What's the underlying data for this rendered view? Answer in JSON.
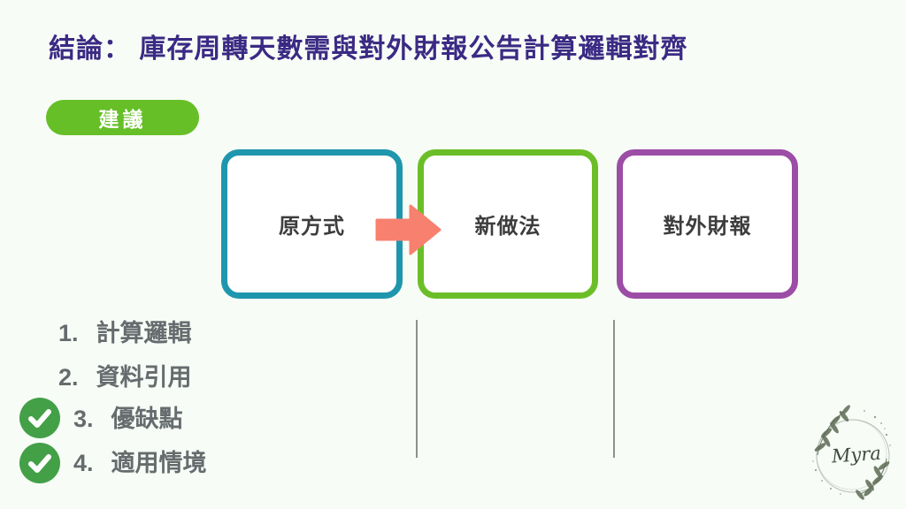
{
  "slide": {
    "title": "結論： 庫存周轉天數需與對外財報公告計算邏輯對齊",
    "badge_label": "建議",
    "flow": {
      "boxes": [
        {
          "label": "原方式",
          "border_color": "#1e96ae"
        },
        {
          "label": "新做法",
          "border_color": "#6cbe28"
        },
        {
          "label": "對外財報",
          "border_color": "#9c4da5"
        }
      ],
      "arrow_icon": "right-arrow",
      "arrow_color": "#f8806f"
    },
    "criteria": {
      "items": [
        {
          "number": "1.",
          "label": "計算邏輯",
          "checked": false
        },
        {
          "number": "2.",
          "label": "資料引用",
          "checked": false
        },
        {
          "number": "3.",
          "label": "優缺點",
          "checked": true
        },
        {
          "number": "4.",
          "label": "適用情境",
          "checked": true
        }
      ],
      "check_color": "#43a047"
    },
    "logo_text": "Myra",
    "colors": {
      "background": "#f7fcf6",
      "title": "#3b2a84",
      "badge": "#66bf27",
      "box_text": "#3d3d3d",
      "list_text": "#666c6e",
      "divider": "#8b918b"
    }
  }
}
